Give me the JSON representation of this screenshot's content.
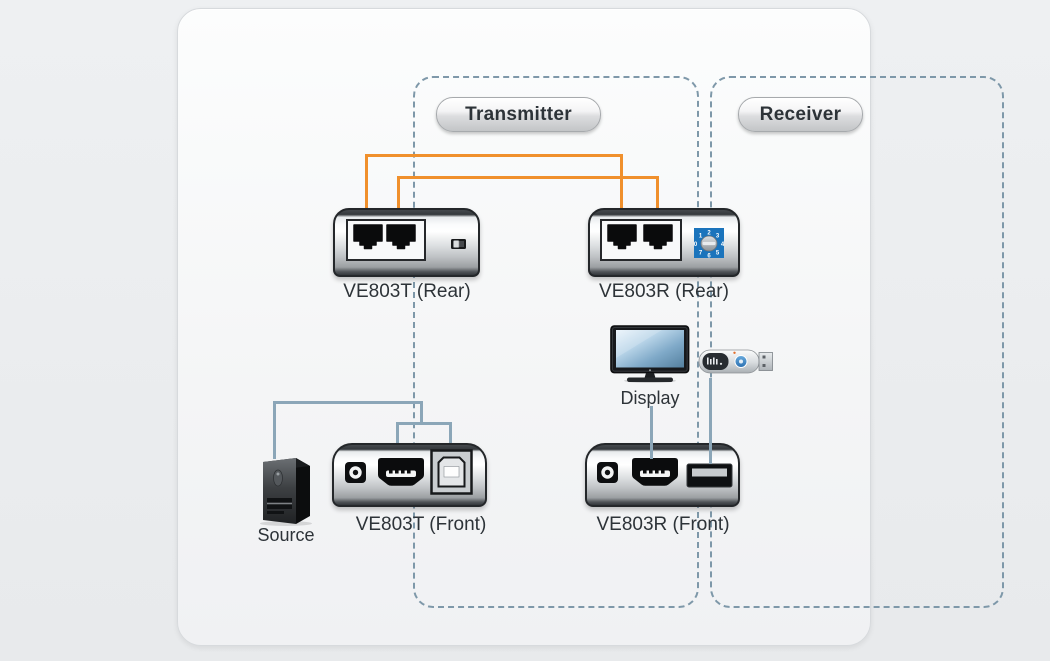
{
  "zones": {
    "transmitter": {
      "badge_label": "Transmitter",
      "rear_label": "VE803T (Rear)",
      "front_label": "VE803T (Front)",
      "source_label": "Source"
    },
    "receiver": {
      "badge_label": "Receiver",
      "rear_label": "VE803R (Rear)",
      "front_label": "VE803R (Front)",
      "display_label": "Display"
    }
  },
  "icons": {
    "rotary_switch_digits": [
      "0",
      "1",
      "2",
      "3",
      "4",
      "5",
      "6",
      "7"
    ]
  },
  "cables": [
    {
      "name": "cat5e-link-1",
      "color": "orange",
      "from": "VE803T rear RJ-45 port 1",
      "to": "VE803R rear RJ-45 port 1"
    },
    {
      "name": "cat5e-link-2",
      "color": "orange",
      "from": "VE803T rear RJ-45 port 2",
      "to": "VE803R rear RJ-45 port 2"
    },
    {
      "name": "source-link",
      "color": "blue",
      "from": "Source",
      "to": "VE803T front HDMI and USB-B ports"
    },
    {
      "name": "display-link",
      "color": "blue",
      "from": "Display",
      "to": "VE803R front HDMI port"
    },
    {
      "name": "usb-drive-link",
      "color": "blue",
      "from": "USB drive",
      "to": "VE803R front USB-A port"
    }
  ],
  "colors": {
    "page_bg": "#E8EAEC",
    "card_bg": "#F4F5F6",
    "zone_border": "#7E98A9",
    "cat5_cable_orange": "#F0902C",
    "peripheral_cable_blue": "#8BA6B8",
    "label_text": "#2D3338",
    "rotary_icon_blue": "#1B74BC"
  }
}
